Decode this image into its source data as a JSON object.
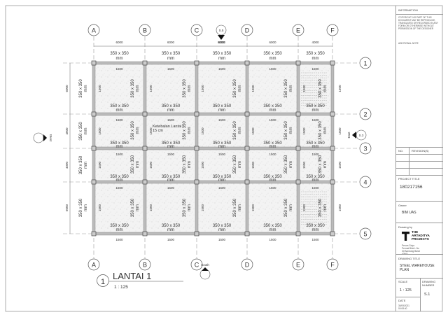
{
  "plan": {
    "columns": [
      "A",
      "B",
      "C",
      "D",
      "E",
      "F"
    ],
    "rows": [
      "1",
      "2",
      "3",
      "4",
      "5"
    ],
    "col_dims": [
      "6000",
      "6000",
      "6000",
      "6000",
      "4000"
    ],
    "row_dims": [
      "6000",
      "4000",
      "4000",
      "6000"
    ],
    "beam_label": "350 x 350",
    "beam_unit": "mm",
    "slab_dim": "1500",
    "slab_note_1": "Ketebalan Lantai",
    "slab_note_2": "15 cm",
    "sections": {
      "north": "S.5",
      "east": "S.3",
      "east_dir": "East",
      "west_dir": "West",
      "south_dir": "South",
      "north_dim": "6000"
    },
    "view_number": "1",
    "view_title": "LANTAI 1",
    "view_scale": "1 : 125"
  },
  "title_block": {
    "information": "INFORMATION",
    "copyright": "COPYRIGHT. NO PART OF THIS DOCUMENT MAY BE REPRODUCE, TRANSLATED OR RECORDED IN ANY FORM OR OTHERWISE WITHOUT PERMISSION OF THE DESIGNER",
    "additional_notes": "ADDITIONAL NOTE",
    "rev_no": "NO.",
    "rev_label": "REVISION(S)",
    "project_title_label": "PROJECT TITLE",
    "project_title": "180217156",
    "owner_label": "Owner",
    "owner": "BIM UAS",
    "drawing_by_label": "Drawing by",
    "logo_line1": "THE",
    "logo_line2": "ARTADITYA",
    "logo_line3": "PROJECTS",
    "address": "Perum Griya Permai Blok L No 30 Bandung Barat 40561",
    "drawing_title_label": "DRAWING TITLE",
    "drawing_title": "STEEL WAREHOUSE PLAN",
    "scale_label": "SCALE",
    "scale": "1 : 125",
    "drawing_number_label": "DRAWING NUMBER",
    "drawing_number": "S.1",
    "date_label": "DATE",
    "date": "30/09/2021 00:08:40"
  }
}
